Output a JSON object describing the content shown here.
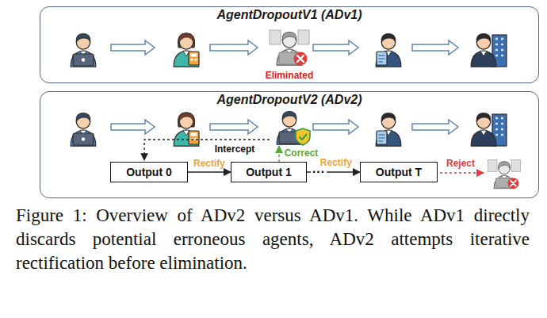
{
  "diagram": {
    "caption": "Figure 1: Overview of ADv2 versus ADv1. While ADv1 directly discards potential erroneous agents, ADv2 attempts iterative rectification before elimination.",
    "nodes": [
      {
        "text": [
          "AgentDropoutV1 (ADv1)"
        ]
      },
      {
        "text": [
          "AgentDropoutV2 (ADv2)"
        ]
      },
      {
        "text": [
          "Output 0"
        ],
        "in": 1
      },
      {
        "text": [
          "Output 1"
        ],
        "in": 1
      },
      {
        "text": [
          "Output T"
        ],
        "in": 1
      }
    ],
    "edges": [
      {
        "from": 2,
        "to": 3,
        "label": "Rectify",
        "arrow": "to"
      },
      {
        "from": 3,
        "to": 4,
        "label": "Rectify",
        "arrow": "to"
      }
    ],
    "labels": [
      "Eliminated",
      "Intercept",
      "Correct",
      "···",
      "Reject"
    ]
  }
}
